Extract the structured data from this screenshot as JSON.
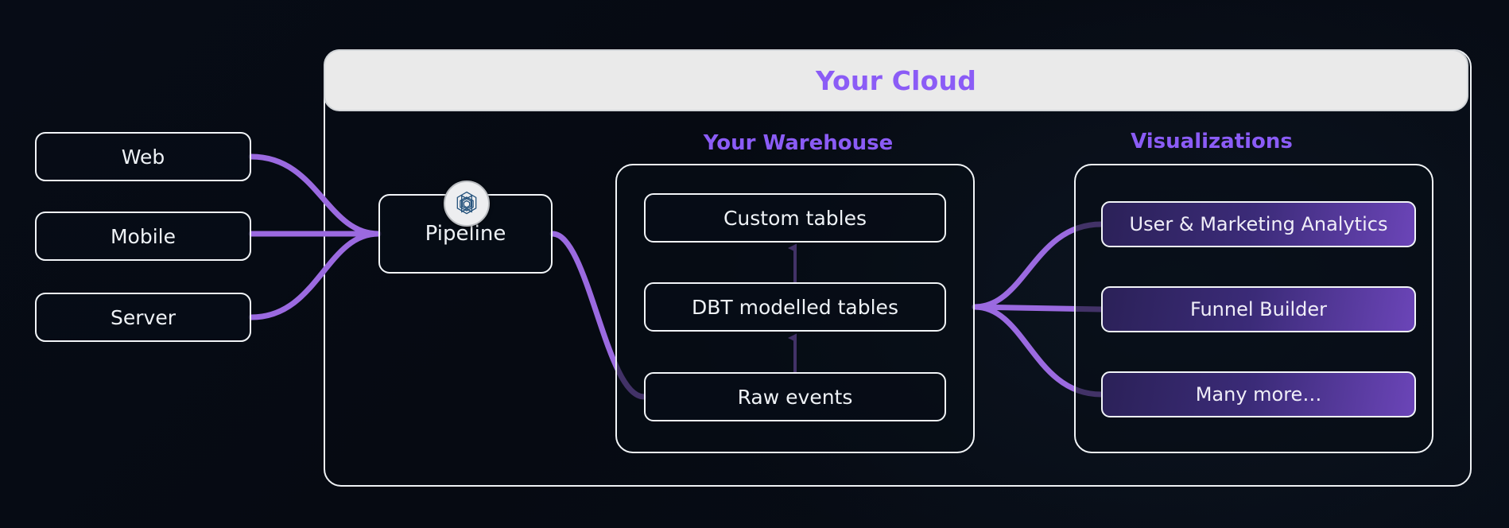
{
  "diagram": {
    "background_color": "#070c16",
    "accent_purple": "#8b5cf6",
    "cloud": {
      "title": "Your Cloud"
    },
    "sources": [
      {
        "label": "Web"
      },
      {
        "label": "Mobile"
      },
      {
        "label": "Server"
      }
    ],
    "pipeline": {
      "label": "Pipeline",
      "icon": "cube-hexagon-logo-icon"
    },
    "warehouse": {
      "title": "Your Warehouse",
      "items": [
        {
          "label": "Custom tables"
        },
        {
          "label": "DBT modelled tables"
        },
        {
          "label": "Raw events"
        }
      ]
    },
    "visualizations": {
      "title": "Visualizations",
      "items": [
        {
          "label": "User & Marketing Analytics"
        },
        {
          "label": "Funnel Builder"
        },
        {
          "label": "Many more…"
        }
      ]
    }
  }
}
